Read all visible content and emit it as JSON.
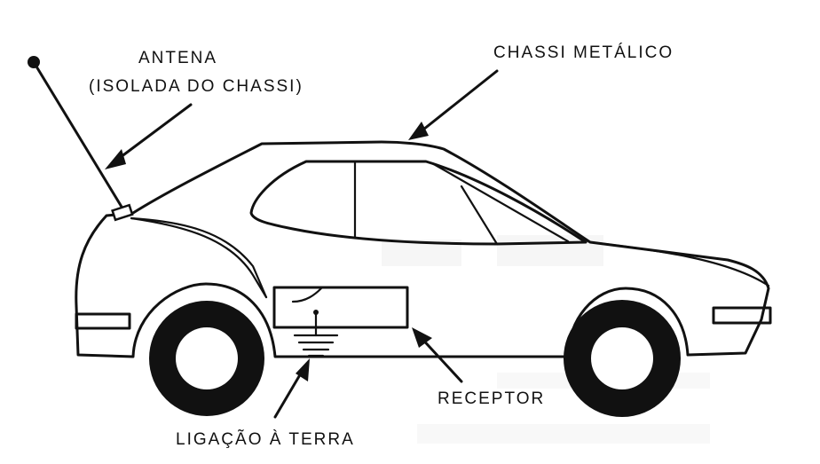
{
  "labels": {
    "antenna_line1": "ANTENA",
    "antenna_line2": "(ISOLADA DO CHASSI)",
    "chassis": "CHASSI METÁLICO",
    "receiver": "RECEPTOR",
    "ground": "LIGAÇÃO À TERRA"
  },
  "colors": {
    "ink": "#111111",
    "paper": "#ffffff"
  }
}
